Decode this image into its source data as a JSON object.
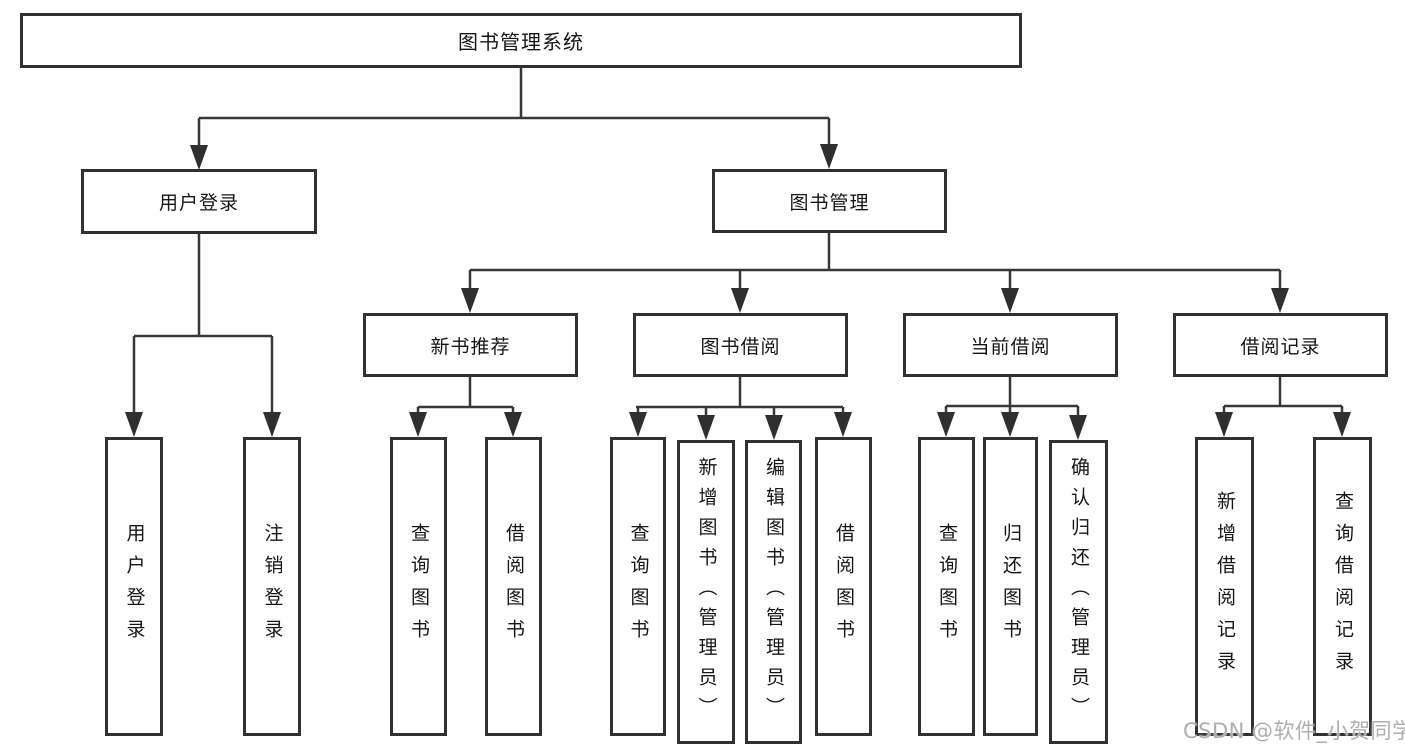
{
  "diagram": {
    "type": "hierarchy-tree",
    "title": "图书管理系统",
    "colors": {
      "background": "#ffffff",
      "box_border": "#313131",
      "connector_line": "#383838",
      "arrowhead": "#2f2f2f",
      "text": "#161616",
      "watermark_text": "#9e9e9e"
    },
    "nodes": {
      "root": "图书管理系统",
      "user_login": "用户登录",
      "book_management": "图书管理",
      "new_book_recommendation": "新书推荐",
      "book_borrowing": "图书借阅",
      "current_borrowing": "当前借阅",
      "borrowing_records": "借阅记录",
      "leaf_user_login": "用户登录",
      "leaf_logout": "注销登录",
      "leaf_query_books_recommend": "查询图书",
      "leaf_borrow_books_recommend": "借阅图书",
      "leaf_query_books_borrow": "查询图书",
      "leaf_add_books_admin": "新增图书（管理员）",
      "leaf_edit_books_admin": "编辑图书（管理员）",
      "leaf_borrow_books_borrow": "借阅图书",
      "leaf_query_books_current": "查询图书",
      "leaf_return_books": "归还图书",
      "leaf_confirm_return_admin": "确认归还（管理员）",
      "leaf_add_borrow_record": "新增借阅记录",
      "leaf_query_borrow_record": "查询借阅记录"
    },
    "edges": [
      {
        "from": "root",
        "to": [
          "user_login",
          "book_management"
        ]
      },
      {
        "from": "user_login",
        "to": [
          "leaf_user_login",
          "leaf_logout"
        ]
      },
      {
        "from": "book_management",
        "to": [
          "new_book_recommendation",
          "book_borrowing",
          "current_borrowing",
          "borrowing_records"
        ]
      },
      {
        "from": "new_book_recommendation",
        "to": [
          "leaf_query_books_recommend",
          "leaf_borrow_books_recommend"
        ]
      },
      {
        "from": "book_borrowing",
        "to": [
          "leaf_query_books_borrow",
          "leaf_add_books_admin",
          "leaf_edit_books_admin",
          "leaf_borrow_books_borrow"
        ]
      },
      {
        "from": "current_borrowing",
        "to": [
          "leaf_query_books_current",
          "leaf_return_books",
          "leaf_confirm_return_admin"
        ]
      },
      {
        "from": "borrowing_records",
        "to": [
          "leaf_add_borrow_record",
          "leaf_query_borrow_record"
        ]
      }
    ],
    "watermark": "CSDN @软件_小贺同学"
  }
}
